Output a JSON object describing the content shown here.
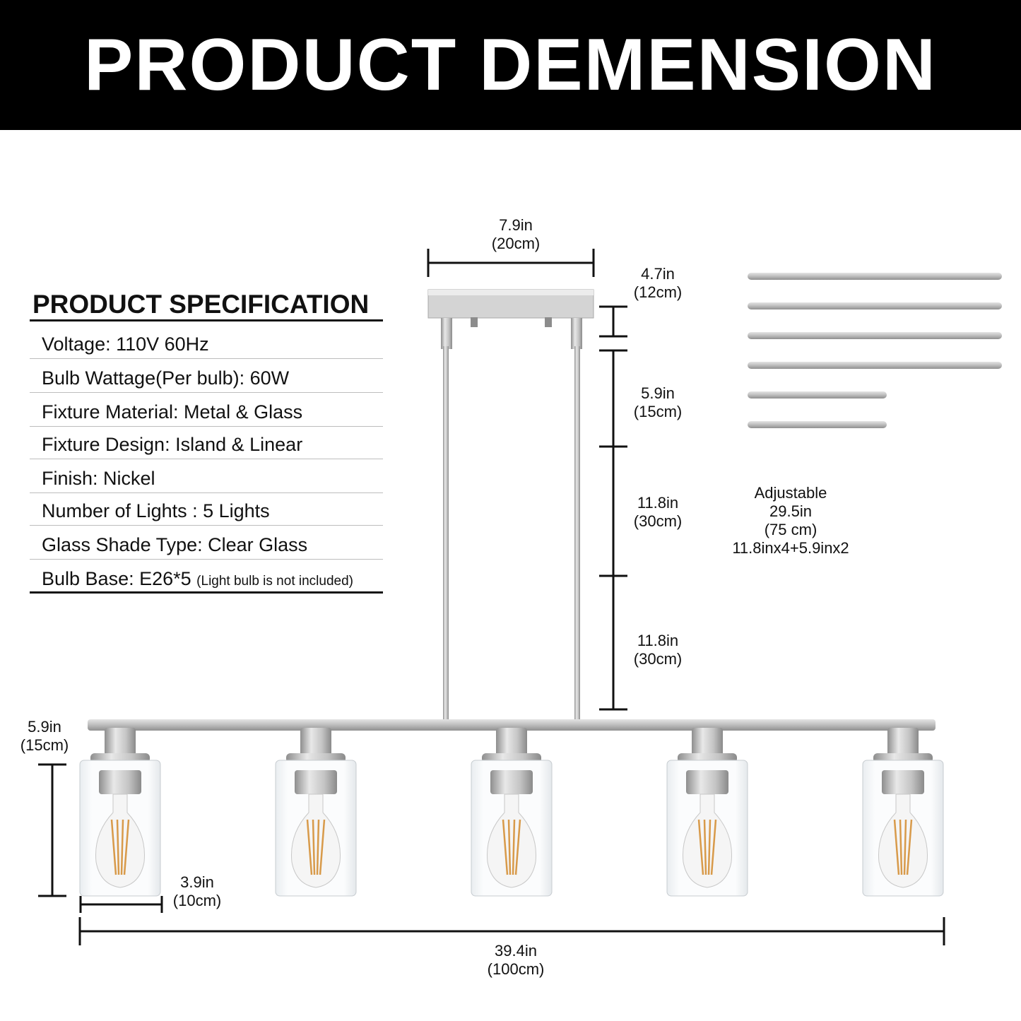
{
  "header": {
    "title": "PRODUCT DEMENSION"
  },
  "spec": {
    "title": "PRODUCT SPECIFICATION",
    "rows": [
      {
        "text": "Voltage: 110V 60Hz",
        "note": ""
      },
      {
        "text": "Bulb Wattage(Per bulb): 60W",
        "note": ""
      },
      {
        "text": "Fixture Material: Metal & Glass",
        "note": ""
      },
      {
        "text": "Fixture Design: Island & Linear",
        "note": ""
      },
      {
        "text": "Finish: Nickel",
        "note": ""
      },
      {
        "text": "Number of Lights : 5 Lights",
        "note": ""
      },
      {
        "text": "Glass Shade Type: Clear Glass",
        "note": ""
      },
      {
        "text": "Bulb Base: E26*5",
        "note": "(Light bulb is not included)"
      }
    ]
  },
  "dimensions": {
    "canopy_width": {
      "in": "7.9in",
      "cm": "(20cm)"
    },
    "canopy_height": {
      "in": "4.7in",
      "cm": "(12cm)"
    },
    "rod_1": {
      "in": "5.9in",
      "cm": "(15cm)"
    },
    "rod_2": {
      "in": "11.8in",
      "cm": "(30cm)"
    },
    "rod_3": {
      "in": "11.8in",
      "cm": "(30cm)"
    },
    "shade_height": {
      "in": "5.9in",
      "cm": "(15cm)"
    },
    "shade_width": {
      "in": "3.9in",
      "cm": "(10cm)"
    },
    "total_width": {
      "in": "39.4in",
      "cm": "(100cm)"
    }
  },
  "rods": {
    "long_count": 4,
    "short_count": 2,
    "label": [
      "Adjustable",
      "29.5in",
      "(75 cm)",
      "11.8inx4+5.9inx2"
    ]
  },
  "fixture": {
    "lights": 5,
    "finish_color": "#b9b9b9",
    "filament_color": "#d89a4a"
  }
}
